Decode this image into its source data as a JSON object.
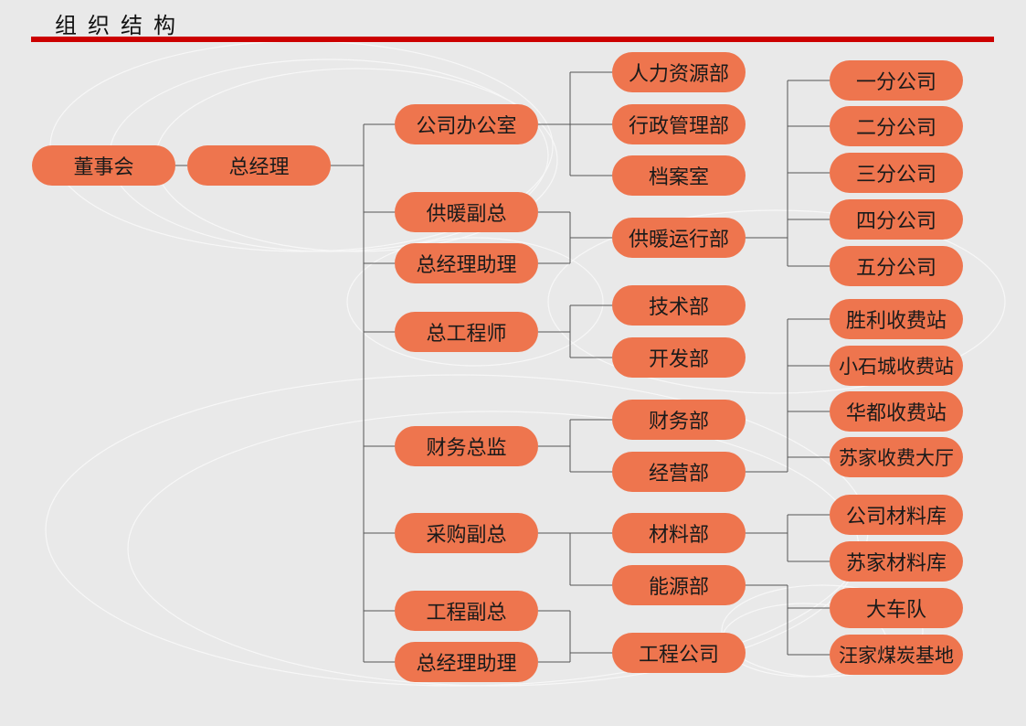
{
  "title": "组织结构",
  "colors": {
    "box": "#ee754e",
    "rule": "#cc0000",
    "background": "#e9e9e9",
    "line": "#555555"
  },
  "nodes": [
    {
      "id": "board",
      "label": "董事会"
    },
    {
      "id": "gm",
      "label": "总经理"
    },
    {
      "id": "office",
      "label": "公司办公室"
    },
    {
      "id": "heat_vp",
      "label": "供暖副总"
    },
    {
      "id": "gm_asst1",
      "label": "总经理助理"
    },
    {
      "id": "chief_eng",
      "label": "总工程师"
    },
    {
      "id": "cfo",
      "label": "财务总监"
    },
    {
      "id": "purch_vp",
      "label": "采购副总"
    },
    {
      "id": "eng_vp",
      "label": "工程副总"
    },
    {
      "id": "gm_asst2",
      "label": "总经理助理"
    },
    {
      "id": "hr",
      "label": "人力资源部"
    },
    {
      "id": "admin",
      "label": "行政管理部"
    },
    {
      "id": "archive",
      "label": "档案室"
    },
    {
      "id": "heat_ops",
      "label": "供暖运行部"
    },
    {
      "id": "tech",
      "label": "技术部"
    },
    {
      "id": "dev",
      "label": "开发部"
    },
    {
      "id": "finance",
      "label": "财务部"
    },
    {
      "id": "business",
      "label": "经营部"
    },
    {
      "id": "material",
      "label": "材料部"
    },
    {
      "id": "energy",
      "label": "能源部"
    },
    {
      "id": "eng_co",
      "label": "工程公司"
    },
    {
      "id": "b1",
      "label": "一分公司"
    },
    {
      "id": "b2",
      "label": "二分公司"
    },
    {
      "id": "b3",
      "label": "三分公司"
    },
    {
      "id": "b4",
      "label": "四分公司"
    },
    {
      "id": "b5",
      "label": "五分公司"
    },
    {
      "id": "toll1",
      "label": "胜利收费站"
    },
    {
      "id": "toll2",
      "label": "小石城收费站"
    },
    {
      "id": "toll3",
      "label": "华都收费站"
    },
    {
      "id": "toll4",
      "label": "苏家收费大厅"
    },
    {
      "id": "store1",
      "label": "公司材料库"
    },
    {
      "id": "store2",
      "label": "苏家材料库"
    },
    {
      "id": "fleet",
      "label": "大车队"
    },
    {
      "id": "coal",
      "label": "汪家煤炭基地"
    }
  ]
}
